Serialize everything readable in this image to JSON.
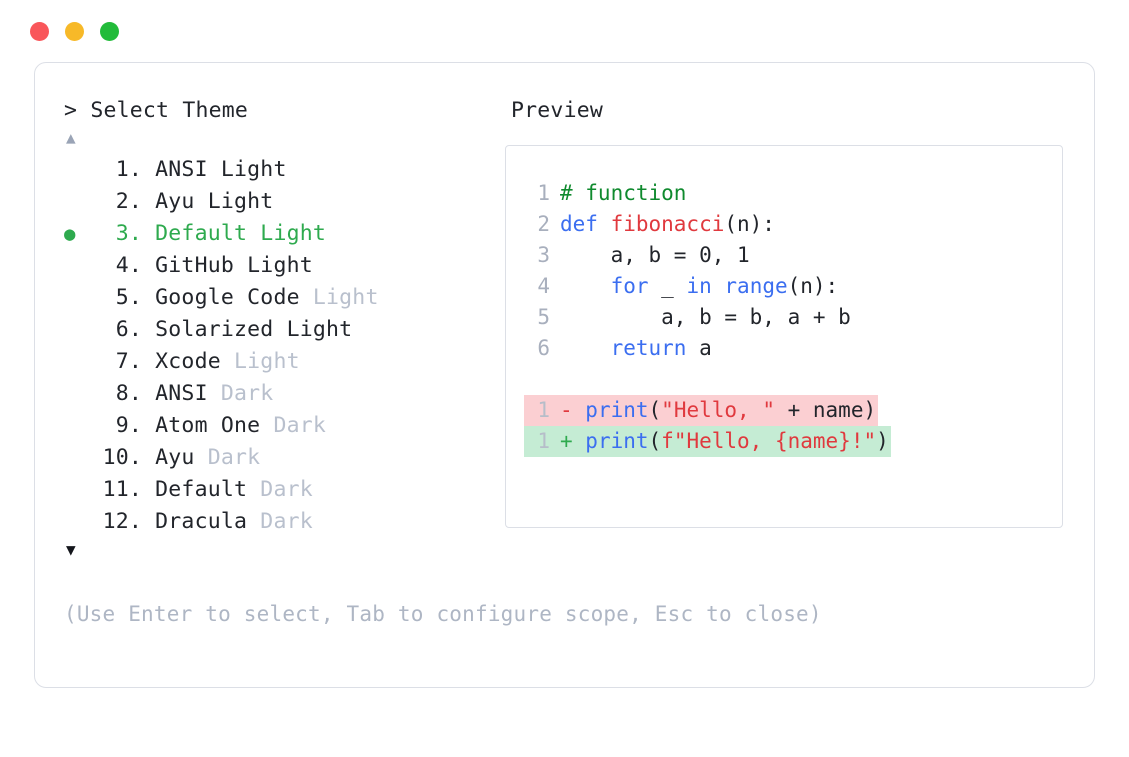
{
  "window": {
    "controls": [
      {
        "name": "close",
        "color": "#f9565a"
      },
      {
        "name": "minimize",
        "color": "#f7b928"
      },
      {
        "name": "maximize",
        "color": "#22bb3a"
      }
    ]
  },
  "selector": {
    "caret": ">",
    "title": "Select Theme",
    "scroll_up": "▲",
    "scroll_down": "▼",
    "selected_index": 3,
    "bullet": "●",
    "items": [
      {
        "index": "1.",
        "name": "ANSI",
        "variant": "Light",
        "variant_dim": false,
        "selected": false
      },
      {
        "index": "2.",
        "name": "Ayu",
        "variant": "Light",
        "variant_dim": false,
        "selected": false
      },
      {
        "index": "3.",
        "name": "Default",
        "variant": "Light",
        "variant_dim": false,
        "selected": true
      },
      {
        "index": "4.",
        "name": "GitHub",
        "variant": "Light",
        "variant_dim": false,
        "selected": false
      },
      {
        "index": "5.",
        "name": "Google Code",
        "variant": "Light",
        "variant_dim": true,
        "selected": false
      },
      {
        "index": "6.",
        "name": "Solarized",
        "variant": "Light",
        "variant_dim": false,
        "selected": false
      },
      {
        "index": "7.",
        "name": "Xcode",
        "variant": "Light",
        "variant_dim": true,
        "selected": false
      },
      {
        "index": "8.",
        "name": "ANSI",
        "variant": "Dark",
        "variant_dim": true,
        "selected": false
      },
      {
        "index": "9.",
        "name": "Atom One",
        "variant": "Dark",
        "variant_dim": true,
        "selected": false
      },
      {
        "index": "10.",
        "name": "Ayu",
        "variant": "Dark",
        "variant_dim": true,
        "selected": false
      },
      {
        "index": "11.",
        "name": "Default",
        "variant": "Dark",
        "variant_dim": true,
        "selected": false
      },
      {
        "index": "12.",
        "name": "Dracula",
        "variant": "Dark",
        "variant_dim": true,
        "selected": false
      }
    ]
  },
  "preview": {
    "title": "Preview",
    "code_lines": [
      {
        "num": "1",
        "tokens": [
          {
            "t": "# function",
            "c": "comment"
          }
        ]
      },
      {
        "num": "2",
        "tokens": [
          {
            "t": "def ",
            "c": "keyword"
          },
          {
            "t": "fibonacci",
            "c": "func"
          },
          {
            "t": "(n):",
            "c": "plain"
          }
        ]
      },
      {
        "num": "3",
        "tokens": [
          {
            "t": "    a, b = 0, 1",
            "c": "plain"
          }
        ]
      },
      {
        "num": "4",
        "tokens": [
          {
            "t": "    ",
            "c": "plain"
          },
          {
            "t": "for",
            "c": "keyword"
          },
          {
            "t": " _ ",
            "c": "plain"
          },
          {
            "t": "in",
            "c": "keyword"
          },
          {
            "t": " ",
            "c": "plain"
          },
          {
            "t": "range",
            "c": "builtin"
          },
          {
            "t": "(n):",
            "c": "plain"
          }
        ]
      },
      {
        "num": "5",
        "tokens": [
          {
            "t": "        a, b = b, a + b",
            "c": "plain"
          }
        ]
      },
      {
        "num": "6",
        "tokens": [
          {
            "t": "    ",
            "c": "plain"
          },
          {
            "t": "return",
            "c": "keyword"
          },
          {
            "t": " a",
            "c": "plain"
          }
        ]
      }
    ],
    "diff_lines": [
      {
        "num": "1",
        "kind": "del",
        "marker": "-",
        "tokens": [
          {
            "t": "print",
            "c": "builtin"
          },
          {
            "t": "(",
            "c": "plain"
          },
          {
            "t": "\"Hello, \"",
            "c": "string"
          },
          {
            "t": " + name)",
            "c": "plain"
          }
        ]
      },
      {
        "num": "1",
        "kind": "add",
        "marker": "+",
        "tokens": [
          {
            "t": "print",
            "c": "builtin"
          },
          {
            "t": "(",
            "c": "plain"
          },
          {
            "t": "f\"Hello, {name}!\"",
            "c": "string"
          },
          {
            "t": ")",
            "c": "plain"
          }
        ]
      }
    ]
  },
  "footer": {
    "hint": "(Use Enter to select, Tab to configure scope, Esc to close)"
  },
  "colors": {
    "comment": "#0f8a2e",
    "keyword": "#3b6ef0",
    "function": "#e0393e",
    "string": "#e0393e",
    "plain": "#22252b",
    "selected": "#2eaa4e",
    "dim": "#b9c0cd",
    "diff_del_bg": "#fbcfd2",
    "diff_add_bg": "#c5ecd4",
    "border": "#dcdfe6"
  }
}
